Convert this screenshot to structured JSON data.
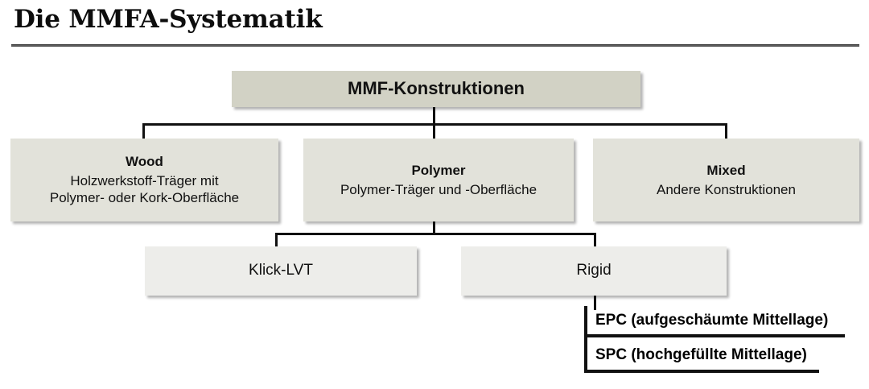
{
  "page": {
    "title": "Die MMFA-Systematik"
  },
  "diagram": {
    "root": {
      "label": "MMF-Konstruktionen"
    },
    "level2": [
      {
        "title": "Wood",
        "desc_line1": "Holzwerkstoff-Träger mit",
        "desc_line2": "Polymer- oder Kork-Oberfläche"
      },
      {
        "title": "Polymer",
        "desc_line1": "Polymer-Träger und -Oberfläche",
        "desc_line2": ""
      },
      {
        "title": "Mixed",
        "desc_line1": "Andere Konstruktionen",
        "desc_line2": ""
      }
    ],
    "level3": [
      {
        "label": "Klick-LVT"
      },
      {
        "label": "Rigid"
      }
    ],
    "level4": [
      {
        "label": "EPC (aufgeschäumte Mittellage)"
      },
      {
        "label": "SPC (hochgefüllte Mittellage)"
      }
    ]
  },
  "colors": {
    "level1_fill": "#d2d2c5",
    "level2_fill": "#e2e2da",
    "level3_fill": "#ededea",
    "line": "#111111",
    "text": "#111111",
    "background": "#ffffff"
  }
}
